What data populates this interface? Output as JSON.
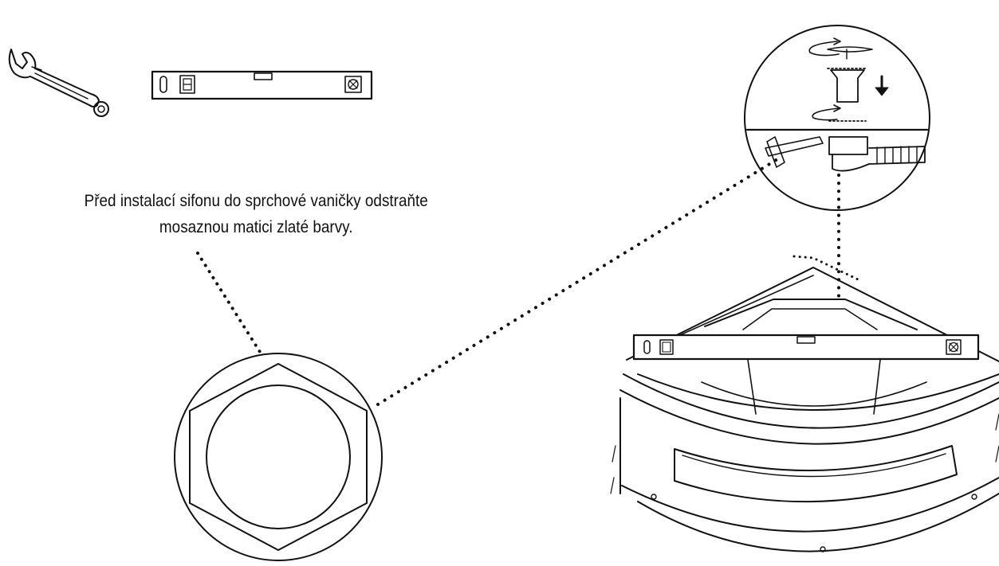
{
  "instruction": {
    "line1": "Před instalací sifonu do sprchové vaničky odstraňte",
    "line2": "mosaznou matici zlaté barvy."
  },
  "tools": [
    {
      "name": "wrench",
      "icon": "wrench-icon"
    },
    {
      "name": "spirit-level",
      "icon": "spirit-level-icon"
    }
  ],
  "colors": {
    "line": "#111111",
    "background": "#ffffff"
  }
}
